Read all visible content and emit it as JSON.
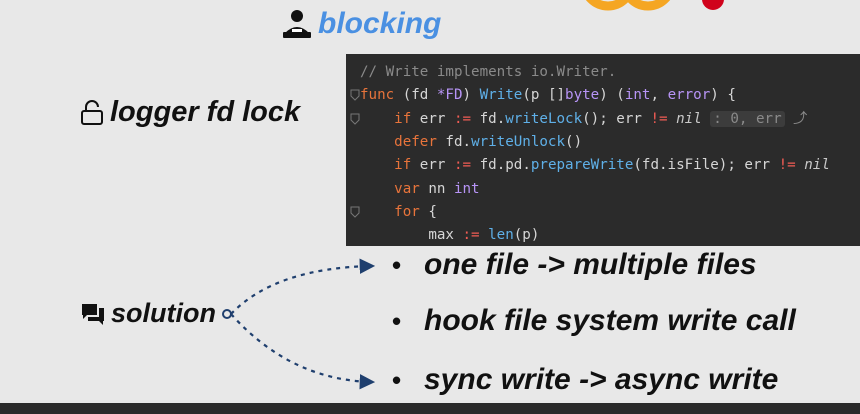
{
  "heading": {
    "text": "blocking"
  },
  "logger": {
    "text": "logger fd lock"
  },
  "code": {
    "lines": [
      [
        {
          "t": "// Write implements io.Writer.",
          "c": "c-comment"
        }
      ],
      [
        {
          "t": "func",
          "c": "c-kw"
        },
        {
          "t": " (fd "
        },
        {
          "t": "*FD",
          "c": "c-type"
        },
        {
          "t": ") "
        },
        {
          "t": "Write",
          "c": "c-fn"
        },
        {
          "t": "(p []"
        },
        {
          "t": "byte",
          "c": "c-type"
        },
        {
          "t": ") ("
        },
        {
          "t": "int",
          "c": "c-type"
        },
        {
          "t": ", "
        },
        {
          "t": "error",
          "c": "c-type"
        },
        {
          "t": ") {"
        }
      ],
      [
        {
          "t": "    "
        },
        {
          "t": "if",
          "c": "c-kw"
        },
        {
          "t": " err "
        },
        {
          "t": ":=",
          "c": "c-op"
        },
        {
          "t": " fd."
        },
        {
          "t": "writeLock",
          "c": "c-fn"
        },
        {
          "t": "(); err "
        },
        {
          "t": "!=",
          "c": "c-op"
        },
        {
          "t": " "
        },
        {
          "t": "nil",
          "c": "c-nil"
        },
        {
          "t": " "
        },
        {
          "t": ": 0, err",
          "c": "c-hint"
        },
        {
          "t": " ⤴",
          "c": "c-fold"
        }
      ],
      [
        {
          "t": "    "
        },
        {
          "t": "defer",
          "c": "c-kw"
        },
        {
          "t": " fd."
        },
        {
          "t": "writeUnlock",
          "c": "c-fn"
        },
        {
          "t": "()"
        }
      ],
      [
        {
          "t": "    "
        },
        {
          "t": "if",
          "c": "c-kw"
        },
        {
          "t": " err "
        },
        {
          "t": ":=",
          "c": "c-op"
        },
        {
          "t": " fd.pd."
        },
        {
          "t": "prepareWrite",
          "c": "c-fn"
        },
        {
          "t": "(fd.isFile); err "
        },
        {
          "t": "!=",
          "c": "c-op"
        },
        {
          "t": " "
        },
        {
          "t": "nil",
          "c": "c-nil"
        }
      ],
      [
        {
          "t": "    "
        },
        {
          "t": "var",
          "c": "c-kw"
        },
        {
          "t": " nn "
        },
        {
          "t": "int",
          "c": "c-type"
        }
      ],
      [
        {
          "t": "    "
        },
        {
          "t": "for",
          "c": "c-kw"
        },
        {
          "t": " {"
        }
      ],
      [
        {
          "t": "        max "
        },
        {
          "t": ":=",
          "c": "c-op"
        },
        {
          "t": " "
        },
        {
          "t": "len",
          "c": "c-fn"
        },
        {
          "t": "(p)"
        }
      ]
    ]
  },
  "solution": {
    "text": "solution"
  },
  "bullets": [
    {
      "dot": "•",
      "text": "one file -> multiple files"
    },
    {
      "dot": "•",
      "text": "hook file system write call"
    },
    {
      "dot": "•",
      "text": "sync write -> async write"
    }
  ],
  "colors": {
    "accent": "#4a90e2",
    "arrow": "#1f3f6e",
    "code_bg": "#2b2b2b",
    "background": "#e8e8e8"
  },
  "icons": {
    "heading": "person-at-desk-icon",
    "logger": "unlock-icon",
    "solution": "chat-bubbles-icon"
  }
}
